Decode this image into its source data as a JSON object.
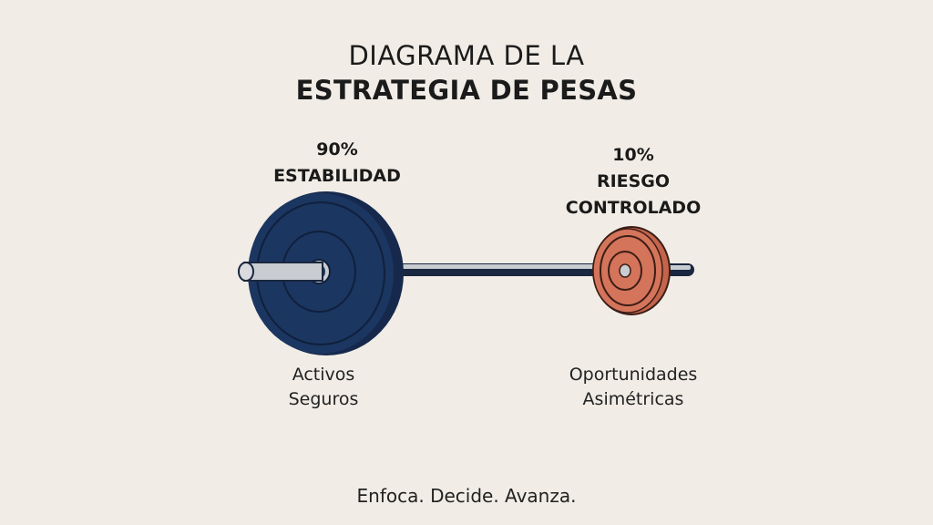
{
  "title": {
    "line1": "DIAGRAMA DE LA",
    "line2": "ESTRATEGIA DE PESAS"
  },
  "left_weight": {
    "percent": "90%",
    "label": "ESTABILIDAD",
    "description_line1": "Activos",
    "description_line2": "Seguros",
    "color": "#1b3660"
  },
  "right_weight": {
    "percent": "10%",
    "label_line1": "RIESGO",
    "label_line2": "CONTROLADO",
    "description_line1": "Oportunidades",
    "description_line2": "Asimétricas",
    "color": "#d4745a"
  },
  "tagline": "Enfoca. Decide. Avanza.",
  "colors": {
    "background": "#f1ede6",
    "bar_dark": "#1a2740",
    "bar_light": "#c9ccd0"
  }
}
